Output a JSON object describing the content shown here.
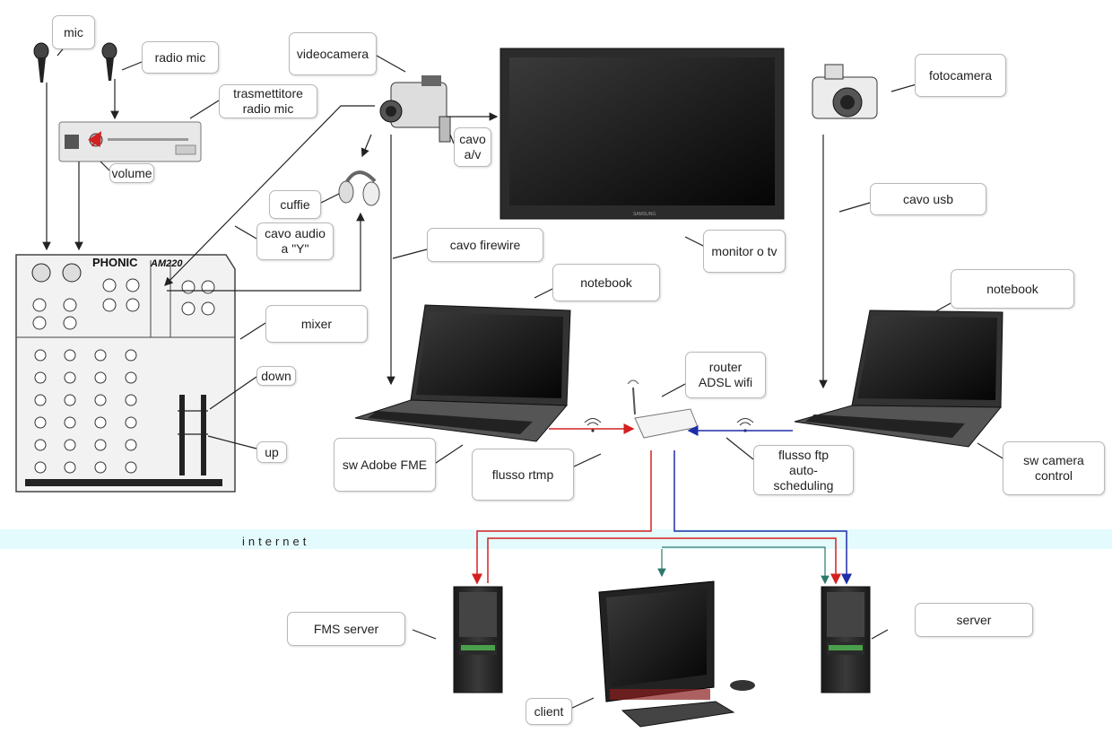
{
  "labels": {
    "mic": "mic",
    "radio_mic": "radio mic",
    "trasmettitore": "trasmettitore\nradio mic",
    "volume": "volume",
    "videocamera": "videocamera",
    "cavo_av": "cavo\na/v",
    "cuffie": "cuffie",
    "cavo_audio_y": "cavo audio\na \"Y\"",
    "cavo_firewire": "cavo firewire",
    "mixer": "mixer",
    "down": "down",
    "up": "up",
    "monitor": "monitor o tv",
    "fotocamera": "fotocamera",
    "cavo_usb": "cavo usb",
    "notebook_left": "notebook",
    "notebook_right": "notebook",
    "router": "router\nADSL wifi",
    "sw_adobe": "sw Adobe FME",
    "flusso_rtmp": "flusso rtmp",
    "flusso_ftp": "flusso ftp\nauto-scheduling",
    "sw_camera": "sw camera\ncontrol",
    "internet": "internet",
    "fms_server": "FMS server",
    "server": "server",
    "client": "client"
  },
  "mixer": {
    "brand": "PHONIC",
    "model": "AM220"
  },
  "monitor_brand": "SAMSUNG",
  "colors": {
    "rtmp": "#d42020",
    "ftp": "#1d2ea8",
    "client_link": "#2a7a6a",
    "internet_band": "#e4fbfd"
  }
}
